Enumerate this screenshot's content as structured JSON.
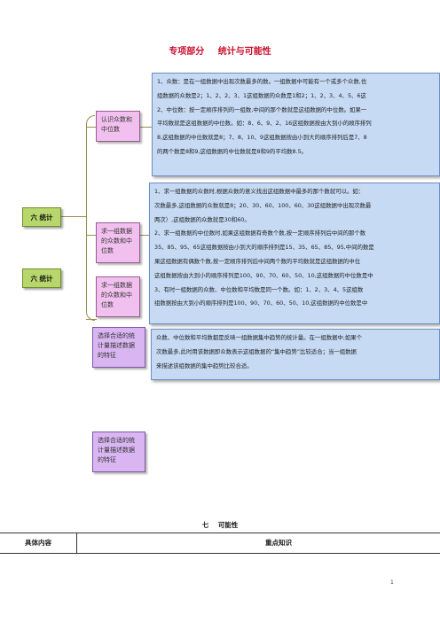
{
  "header": {
    "part": "专项部分",
    "topic": "统计与可能性"
  },
  "root_nodes": [
    "六 统计",
    "六 统计"
  ],
  "branches": {
    "mode": "认识众数和中位数",
    "find1": "求一组数据的众数和中位数",
    "find2": "求一组数据的众数和中位数",
    "choose1": "选择合适的统计量描述数据的特征",
    "choose2": "选择合适的统计量描述数据的特征"
  },
  "detail_boxes": {
    "box1": [
      "1、众数：是在一组数据中出现次数最多的数。一组数据中可能有一个或多个众数,也",
      "组数据的众数是2；1、2、2、3、1这组数据的众数是1和2；1、2、3、4、5、6这",
      "2、中位数：按一定顺序排列的一组数,中间的那个数就是这组数据的中位数。如果一",
      "平均数就是这组数据的中位数。如：8、6、9、2、16这组数据按由大到小的顺序排列",
      "8,这组数据的中位数就是8；7、8、10、9这组数据按由小到大的顺序排列后是7、8",
      "的两个数是8和9,这组数据的中位数就是8和9的平均数8.5。"
    ],
    "box2": [
      "1、求一组数据的众数时,根据众数的意义找出这组数据中最多的那个数就可以。如：",
      "次数最多,这组数据的众数就是8；20、30、60、100、60、30这组数据中出现次数最",
      "两次）,这组数据的众数就是30和60。",
      "2、求一组数据的中位数时,如果这组数据有奇数个数,按一定顺序排列后中间的那个数",
      "35、85、95、65这组数据按由小到大的顺序排列是15、35、65、85、95,中间的数是",
      "果这组数据有偶数个数,按一定顺序排列后中间两个数的平均数就是这组数据的中位",
      "这组数据按由大到小的顺序排列是100、90、70、60、50、10,这组数据的中位数是中",
      "3、有时一组数据的众数、中位数和平均数是同一个数。如：1、2、3、4、5这组数",
      "组数据按由大到小的顺序排列是100、90、70、60、50、10,这组数据的中位数是中"
    ],
    "box3": [
      "众数、中位数和平均数都是反映一组数据集中趋势的统计量。在一组数据中,如果个",
      "次数最多,此时用该数据即众数表示这组数据的“集中趋势”比较适合；当一组数据",
      "来描述该组数据的集中趋势比较合适。"
    ]
  },
  "section": {
    "number": "七",
    "title": "可能性"
  },
  "table": {
    "col1": "具体内容",
    "col2": "重点知识"
  },
  "page_number": "1"
}
